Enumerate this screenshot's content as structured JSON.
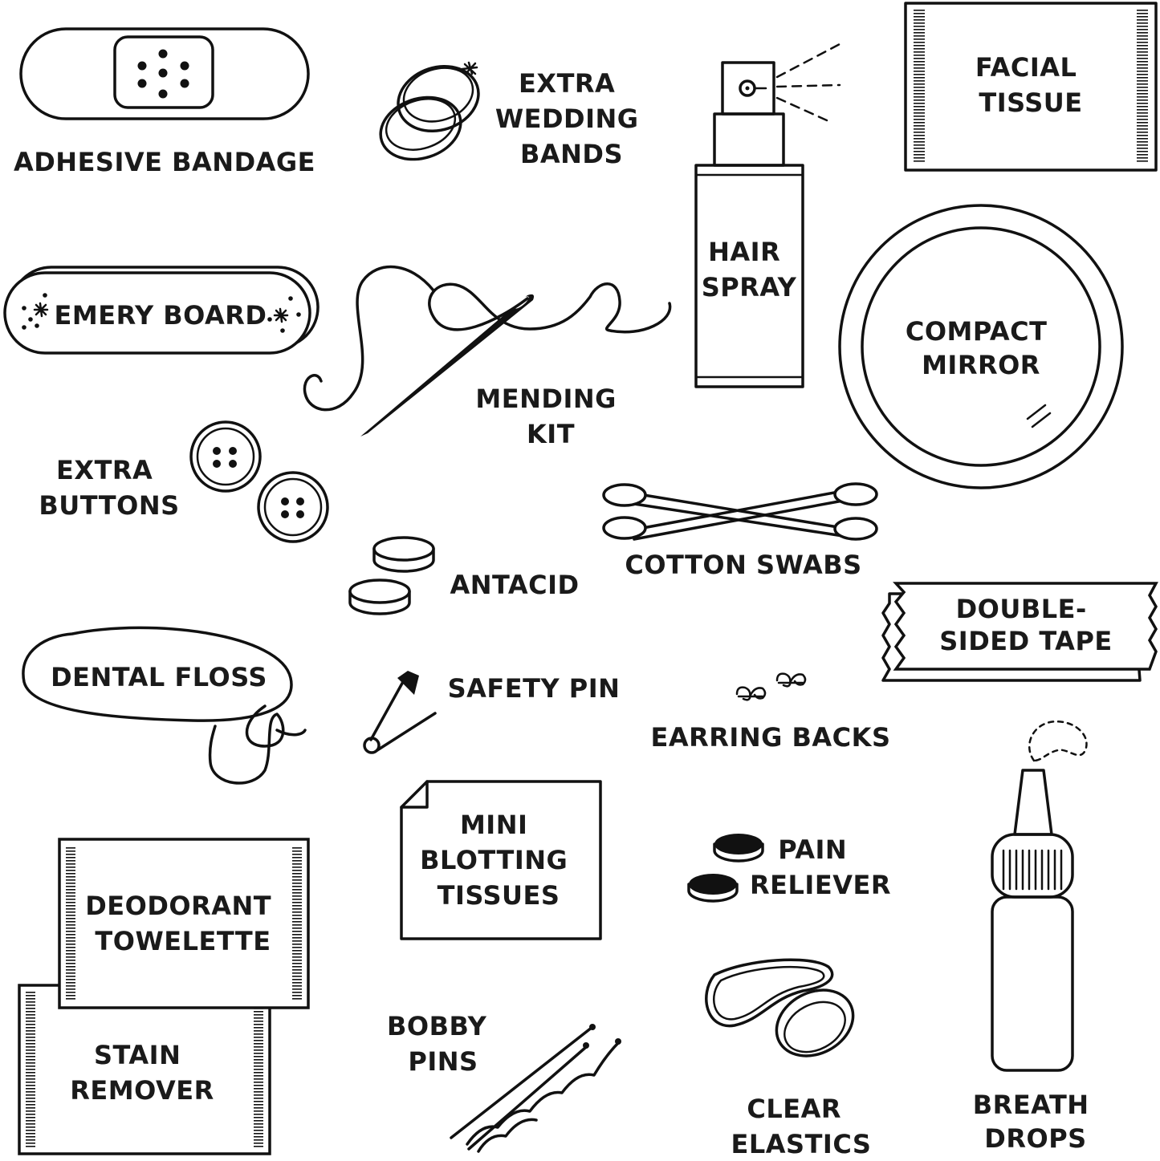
{
  "items": {
    "adhesive_bandage": [
      "ADHESIVE BANDAGE"
    ],
    "wedding_bands": [
      "EXTRA",
      "WEDDING",
      "BANDS"
    ],
    "hair_spray": [
      "HAIR",
      "SPRAY"
    ],
    "facial_tissue": [
      "FACIAL",
      "TISSUE"
    ],
    "emery_board": [
      "EMERY BOARD"
    ],
    "mending_kit": [
      "MENDING",
      "KIT"
    ],
    "compact_mirror": [
      "COMPACT",
      "MIRROR"
    ],
    "extra_buttons": [
      "EXTRA",
      "BUTTONS"
    ],
    "cotton_swabs": [
      "COTTON SWABS"
    ],
    "antacid": [
      "ANTACID"
    ],
    "double_sided_tape": [
      "DOUBLE-",
      "SIDED TAPE"
    ],
    "dental_floss": [
      "DENTAL FLOSS"
    ],
    "safety_pin": [
      "SAFETY PIN"
    ],
    "earring_backs": [
      "EARRING BACKS"
    ],
    "blotting_tissues": [
      "MINI",
      "BLOTTING",
      "TISSUES"
    ],
    "pain_reliever": [
      "PAIN",
      "RELIEVER"
    ],
    "deodorant_towelette": [
      "DEODORANT",
      "TOWELETTE"
    ],
    "stain_remover": [
      "STAIN",
      "REMOVER"
    ],
    "bobby_pins": [
      "BOBBY",
      "PINS"
    ],
    "clear_elastics": [
      "CLEAR",
      "ELASTICS"
    ],
    "breath_drops": [
      "BREATH",
      "DROPS"
    ]
  }
}
